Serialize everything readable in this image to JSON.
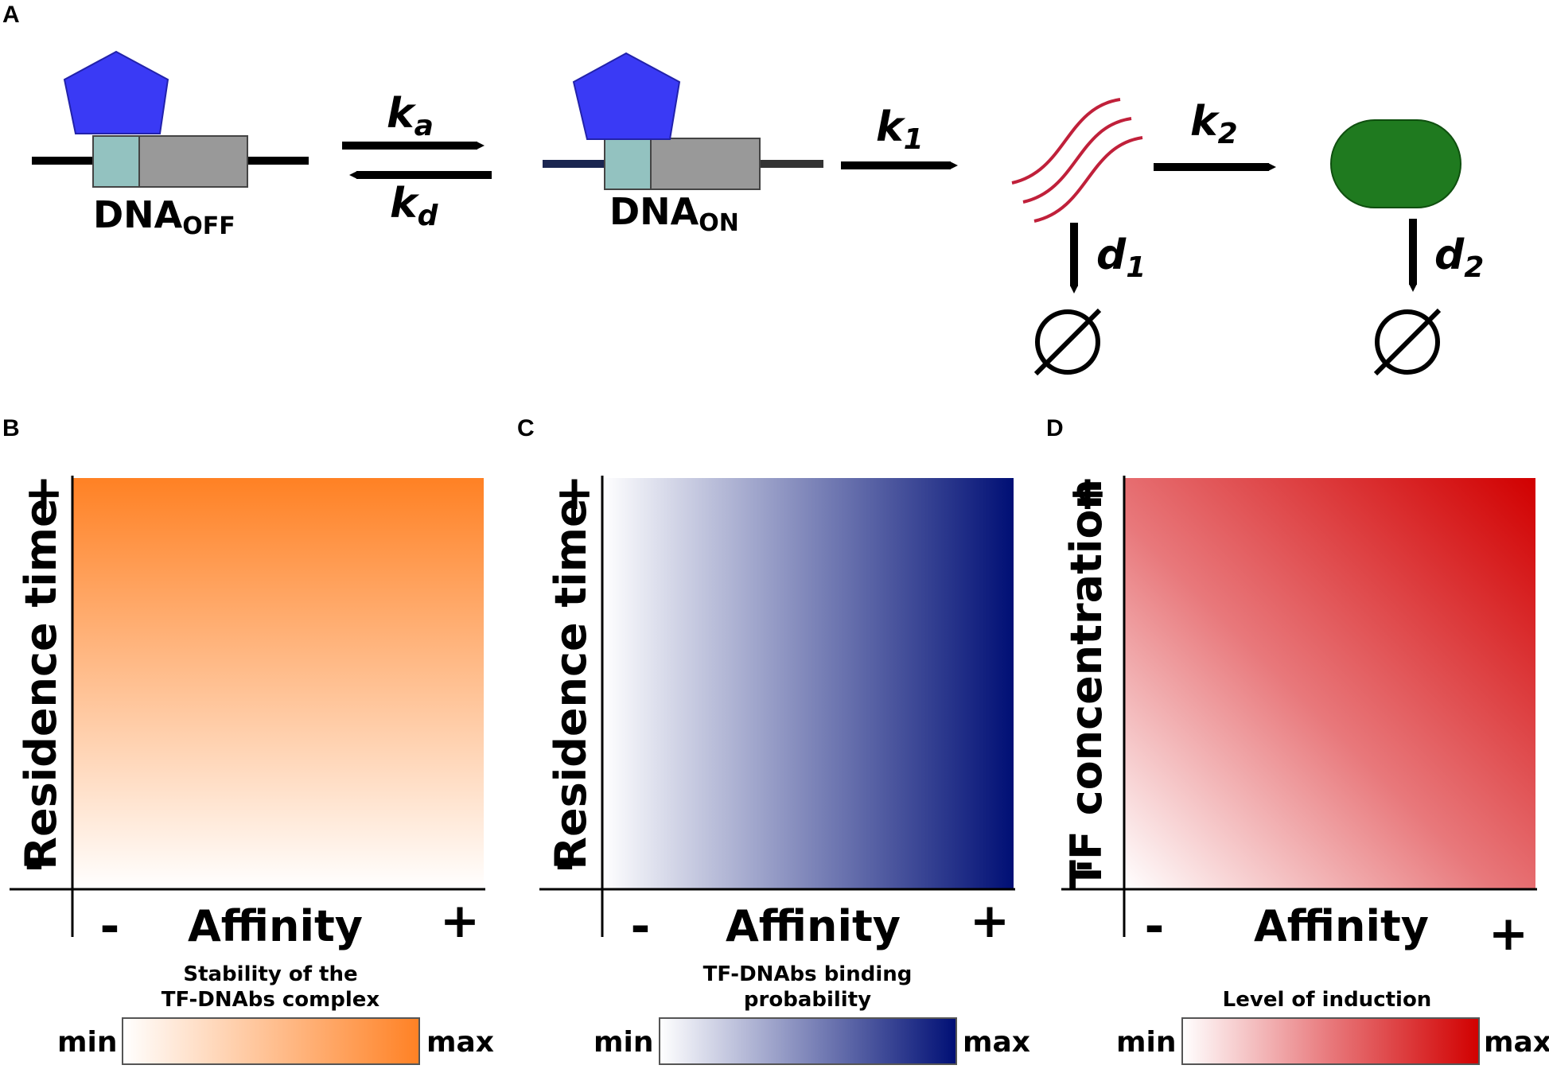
{
  "panels": {
    "a": "A",
    "b": "B",
    "c": "C",
    "d": "D"
  },
  "scheme": {
    "dna_off": {
      "main": "DNA",
      "sub": "OFF"
    },
    "dna_on": {
      "main": "DNA",
      "sub": "ON"
    },
    "rates": {
      "ka": {
        "main": "k",
        "sub": "a"
      },
      "kd": {
        "main": "k",
        "sub": "d"
      },
      "k1": {
        "main": "k",
        "sub": "1"
      },
      "k2": {
        "main": "k",
        "sub": "2"
      },
      "d1": {
        "main": "d",
        "sub": "1"
      },
      "d2": {
        "main": "d",
        "sub": "2"
      }
    },
    "degradation_symbol": "∅",
    "colors": {
      "tf": "#3a3af5",
      "operator": "#93c2c0",
      "gene": "#999999",
      "mrna": "#c0203a",
      "protein": "#1f7a1f"
    }
  },
  "maps": {
    "b": {
      "y_label": "Residence time",
      "x_label": "Affinity",
      "y_plus": "+",
      "y_minus": "-",
      "x_minus": "-",
      "x_plus": "+",
      "colorbar_title_lines": [
        "Stability of the",
        "TF-DNAbs complex"
      ],
      "colorbar_min": "min",
      "colorbar_max": "max",
      "color_max": "#ff8124"
    },
    "c": {
      "y_label": "Residence time",
      "x_label": "Affinity",
      "y_plus": "+",
      "y_minus": "-",
      "x_minus": "-",
      "x_plus": "+",
      "colorbar_title_lines": [
        "TF-DNAbs binding",
        "probability"
      ],
      "colorbar_min": "min",
      "colorbar_max": "max",
      "color_max": "#000f75"
    },
    "d": {
      "y_label": "TF concentration",
      "x_label": "Affinity",
      "y_plus": "+",
      "y_minus": "-",
      "x_minus": "-",
      "x_plus": "+",
      "colorbar_title_lines": [
        "Level of induction"
      ],
      "colorbar_min": "min",
      "colorbar_max": "max",
      "color_max": "#d10000"
    }
  }
}
